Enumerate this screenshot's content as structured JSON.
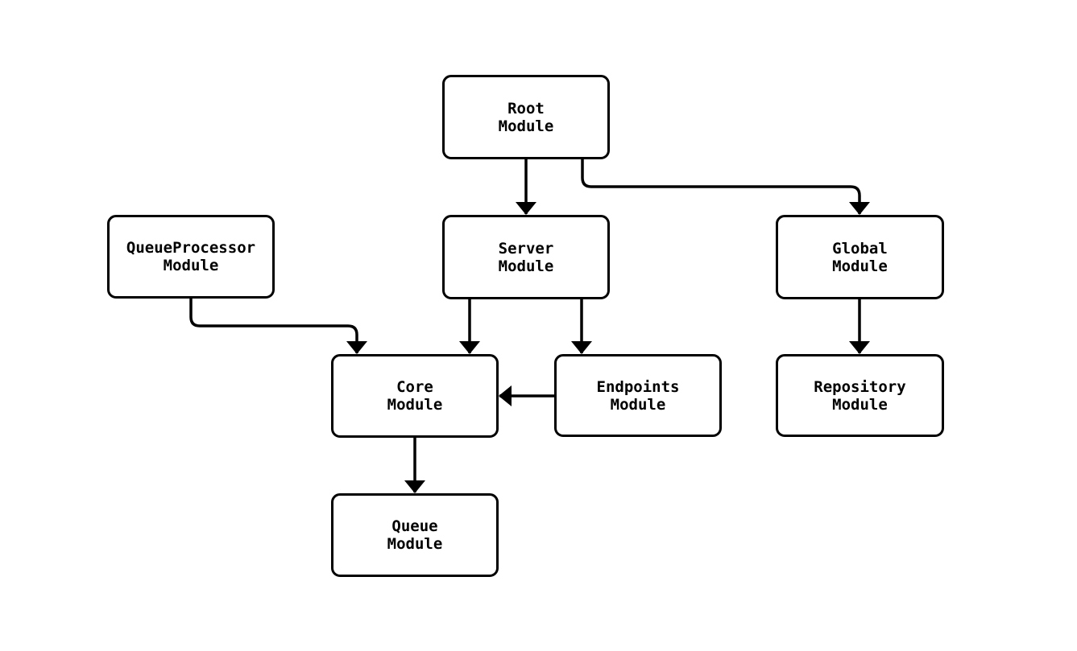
{
  "diagram": {
    "type": "flowchart",
    "background_color": "#ffffff",
    "stroke_color": "#000000",
    "node_fill_color": "#ffffff",
    "nodes": [
      {
        "id": "root",
        "label": "Root\nModule"
      },
      {
        "id": "queueprocessor",
        "label": "QueueProcessor\nModule"
      },
      {
        "id": "server",
        "label": "Server\nModule"
      },
      {
        "id": "global",
        "label": "Global\nModule"
      },
      {
        "id": "core",
        "label": "Core\nModule"
      },
      {
        "id": "endpoints",
        "label": "Endpoints\nModule"
      },
      {
        "id": "repository",
        "label": "Repository\nModule"
      },
      {
        "id": "queue",
        "label": "Queue\nModule"
      }
    ],
    "edges": [
      {
        "from": "Root Module",
        "to": "Server Module"
      },
      {
        "from": "Root Module",
        "to": "Global Module"
      },
      {
        "from": "QueueProcessor Module",
        "to": "Core Module"
      },
      {
        "from": "Server Module",
        "to": "Core Module"
      },
      {
        "from": "Server Module",
        "to": "Endpoints Module"
      },
      {
        "from": "Endpoints Module",
        "to": "Core Module"
      },
      {
        "from": "Core Module",
        "to": "Queue Module"
      },
      {
        "from": "Global Module",
        "to": "Repository Module"
      }
    ]
  }
}
